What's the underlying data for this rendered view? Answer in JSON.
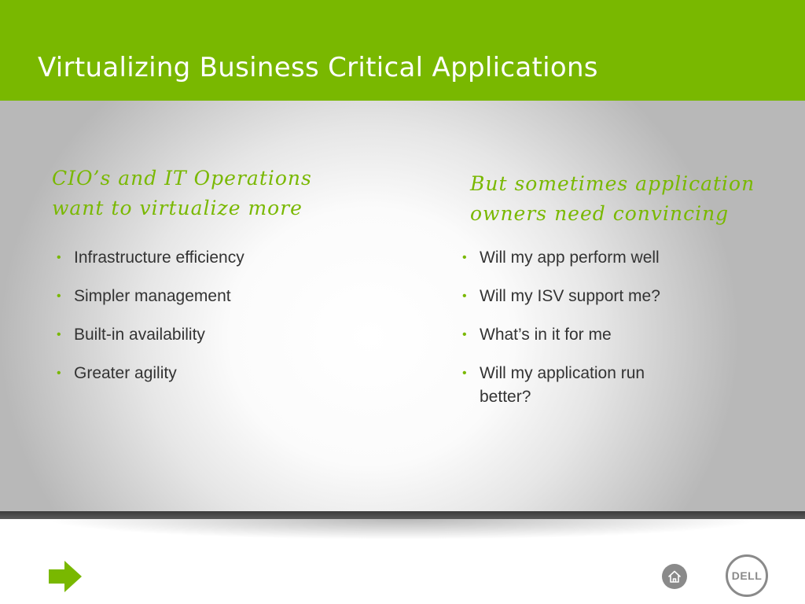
{
  "header": {
    "title": "Virtualizing Business Critical Applications",
    "color": "#79b800"
  },
  "left": {
    "heading_line1": "CIO’s and IT Operations",
    "heading_line2": "want to virtualize more",
    "items": [
      "Infrastructure efficiency",
      "Simpler management",
      "Built-in availability",
      "Greater agility"
    ]
  },
  "right": {
    "heading_line1": "But sometimes application",
    "heading_line2": "owners need convincing",
    "items": [
      "Will my app perform well",
      "Will my ISV support me?",
      "What’s in it for me",
      "Will my application run better?"
    ]
  },
  "footer": {
    "next_icon": "arrow-right-icon",
    "home_icon": "home-icon",
    "logo": "DELL"
  },
  "colors": {
    "accent": "#79b800",
    "text": "#333333"
  }
}
